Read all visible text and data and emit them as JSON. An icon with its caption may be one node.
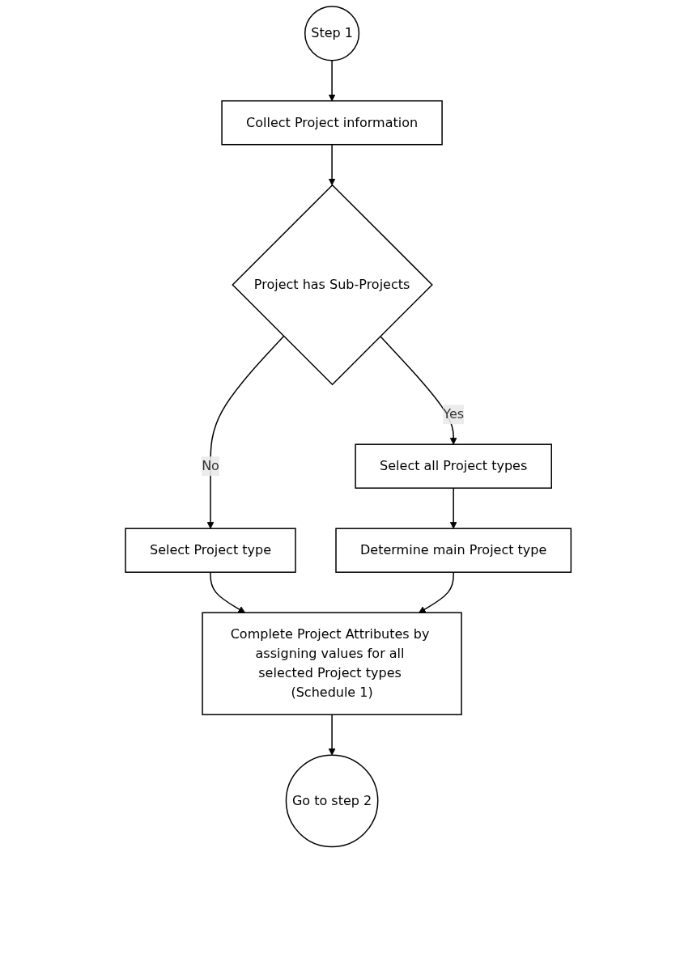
{
  "diagram": {
    "nodes": [
      {
        "text": [
          "Step 1"
        ]
      },
      {
        "text": [
          "Collect Project information"
        ]
      },
      {
        "text": [
          "Project has Sub-Projects"
        ]
      },
      {
        "text": [
          "Select all Project types"
        ]
      },
      {
        "text": [
          "Select Project type"
        ]
      },
      {
        "text": [
          "Determine main Project type"
        ]
      },
      {
        "text": [
          "Complete Project Attributes by assigning values for all selected Project types (Schedule 1)"
        ]
      },
      {
        "text": [
          "Go to step 2"
        ]
      }
    ],
    "edges": [
      {
        "from": 0,
        "to": 1,
        "arrow": "to"
      },
      {
        "from": 1,
        "to": 2,
        "arrow": "to"
      },
      {
        "from": 2,
        "to": 3,
        "arrow": "to",
        "label": "Yes"
      },
      {
        "from": 2,
        "to": 4,
        "arrow": "to",
        "label": "No"
      },
      {
        "from": 3,
        "to": 5,
        "arrow": "to"
      },
      {
        "from": 4,
        "to": 6,
        "arrow": "to"
      },
      {
        "from": 5,
        "to": 6,
        "arrow": "to"
      },
      {
        "from": 6,
        "to": 7,
        "arrow": "to"
      }
    ]
  }
}
